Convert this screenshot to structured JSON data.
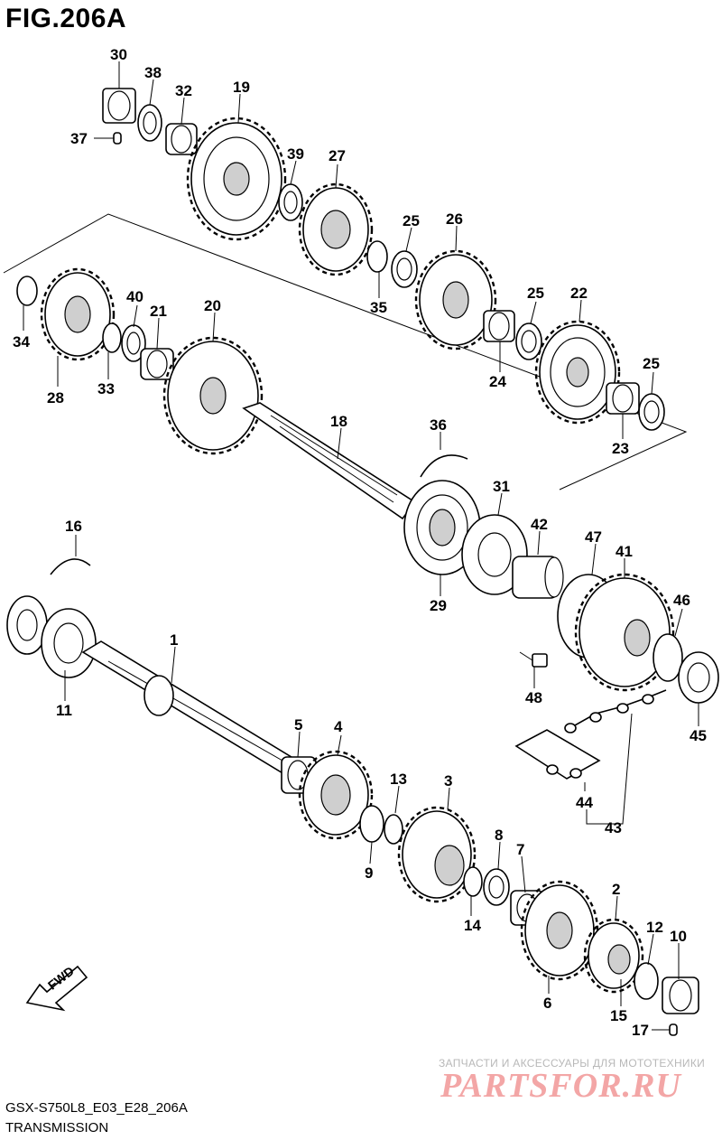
{
  "figure": {
    "title": "FIG.206A",
    "code": "GSX-S750L8_E03_E28_206A",
    "section": "TRANSMISSION"
  },
  "direction_arrow": {
    "label": "FWD"
  },
  "watermark": {
    "tagline": "ЗАПЧАСТИ И АКСЕССУАРЫ ДЛЯ МОТОТЕХНИКИ",
    "logo": "PARTSFOR.RU"
  },
  "callouts": [
    "30",
    "38",
    "32",
    "19",
    "37",
    "39",
    "27",
    "25",
    "26",
    "35",
    "40",
    "21",
    "20",
    "34",
    "28",
    "33",
    "25",
    "22",
    "24",
    "25",
    "23",
    "18",
    "36",
    "31",
    "42",
    "47",
    "41",
    "16",
    "29",
    "46",
    "1",
    "48",
    "45",
    "11",
    "5",
    "4",
    "13",
    "3",
    "44",
    "43",
    "9",
    "8",
    "7",
    "14",
    "2",
    "12",
    "10",
    "6",
    "15",
    "17"
  ]
}
